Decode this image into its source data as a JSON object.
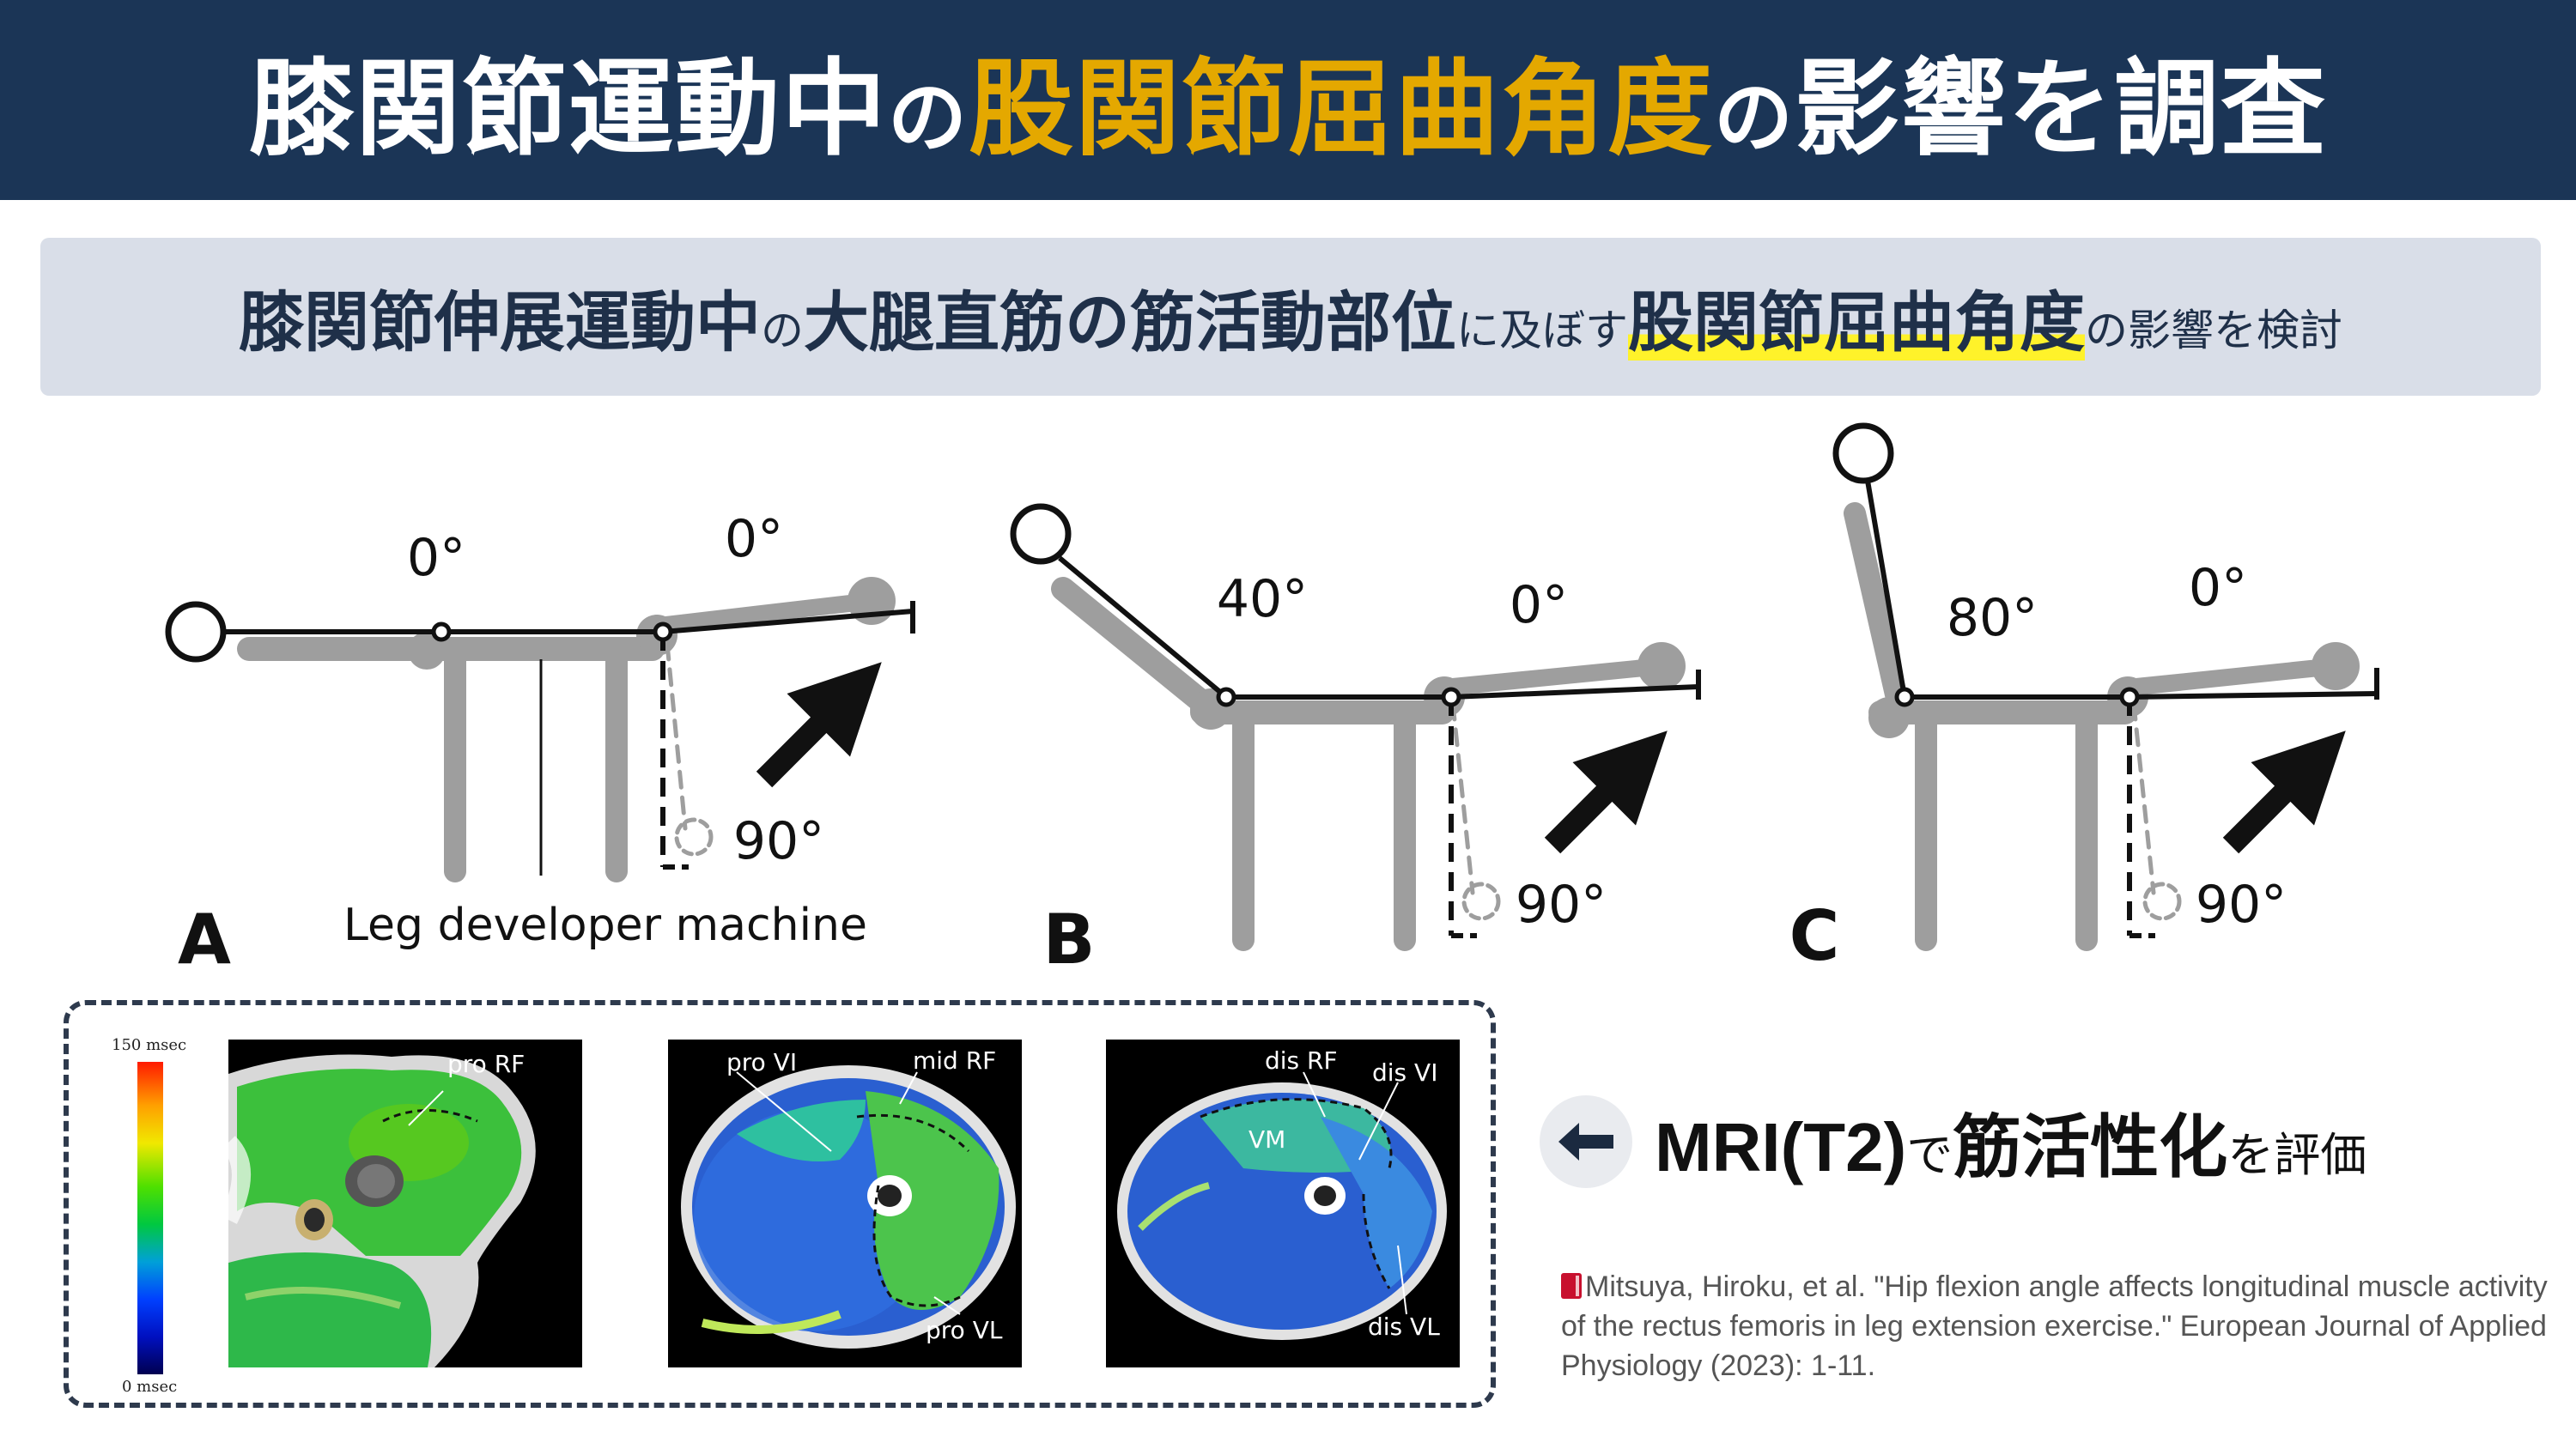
{
  "header": {
    "title_parts": [
      "膝関節運動中",
      "の",
      "股関節屈曲角度",
      "の",
      "影響を調査"
    ],
    "accent_color": "#e4a800",
    "background_color": "#1b3556"
  },
  "subtitle": {
    "parts": [
      "膝関節伸展運動中",
      "の",
      "大腿直筋の筋活動部位",
      "に及ぼす",
      "股関節屈曲角度",
      "の影響を検討"
    ],
    "highlight_color": "#fff22a"
  },
  "diagram": {
    "panels": [
      {
        "letter": "A",
        "hip_angle": "0°",
        "knee_angle": "0°",
        "knee_flexed_angle": "90°"
      },
      {
        "letter": "B",
        "hip_angle": "40°",
        "knee_angle": "0°",
        "knee_flexed_angle": "90°"
      },
      {
        "letter": "C",
        "hip_angle": "80°",
        "knee_angle": "0°",
        "knee_flexed_angle": "90°"
      }
    ],
    "machine_label": "Leg developer machine"
  },
  "mri": {
    "colorbar_top": "150 msec",
    "colorbar_bottom": "0 msec",
    "images": [
      {
        "labels": [
          "pro RF"
        ]
      },
      {
        "labels": [
          "pro VI",
          "mid RF",
          "pro VL"
        ]
      },
      {
        "labels": [
          "dis RF",
          "dis VI",
          "VM",
          "dis VL"
        ]
      }
    ]
  },
  "note": {
    "icon": "arrow-left-icon",
    "parts": [
      "MRI(T2)",
      "で",
      "筋活性化",
      "を評価"
    ]
  },
  "citation": {
    "icon": "book-icon",
    "text": "Mitsuya, Hiroku, et al. \"Hip flexion angle affects longitudinal muscle activity of the rectus femoris in leg extension exercise.\" European Journal of Applied Physiology (2023): 1-11."
  }
}
